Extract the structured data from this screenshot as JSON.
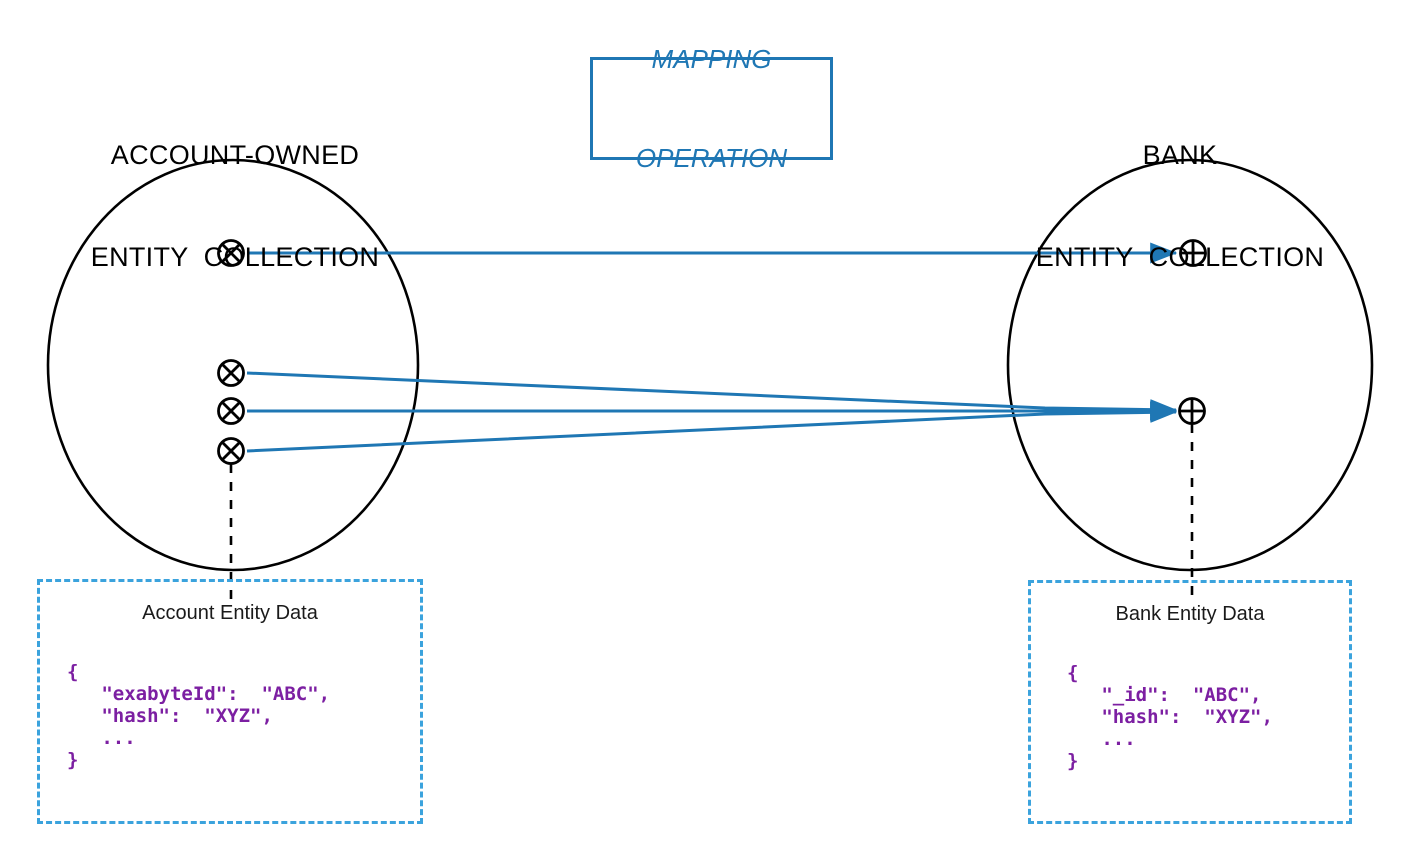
{
  "diagram": {
    "left_collection": {
      "title_line1": "ACCOUNT-OWNED",
      "title_line2": "ENTITY  COLLECTION",
      "node_symbol": "circled-times",
      "node_count": 4
    },
    "right_collection": {
      "title_line1": "BANK",
      "title_line2": "ENTITY  COLLECTION",
      "node_symbol": "circled-plus",
      "node_count": 2
    },
    "mapping_operation": {
      "label_line1": "MAPPING",
      "label_line2": "OPERATION",
      "border_color": "#1f77b4",
      "text_color": "#1f77b4"
    },
    "account_data_panel": {
      "title": "Account Entity Data",
      "json_text": "{\n   \"exabyteId\":  \"ABC\",\n   \"hash\":  \"XYZ\",\n   ...\n}",
      "border_color": "#3ba3dd",
      "text_color": "#7c1fa2"
    },
    "bank_data_panel": {
      "title": "Bank Entity Data",
      "json_text": "{\n   \"_id\":  \"ABC\",\n   \"hash\":  \"XYZ\",\n   ...\n}",
      "border_color": "#3ba3dd",
      "text_color": "#7c1fa2"
    },
    "colors": {
      "arrow": "#1f77b4",
      "outline": "#000000",
      "callout": "#3ba3dd",
      "json": "#7c1fa2"
    },
    "mappings": [
      {
        "from": "account-node-1",
        "to": "bank-node-1",
        "kind": "one-to-one"
      },
      {
        "from": "account-node-2",
        "to": "bank-node-2",
        "kind": "many-to-one"
      },
      {
        "from": "account-node-3",
        "to": "bank-node-2",
        "kind": "many-to-one"
      },
      {
        "from": "account-node-4",
        "to": "bank-node-2",
        "kind": "many-to-one"
      }
    ]
  }
}
